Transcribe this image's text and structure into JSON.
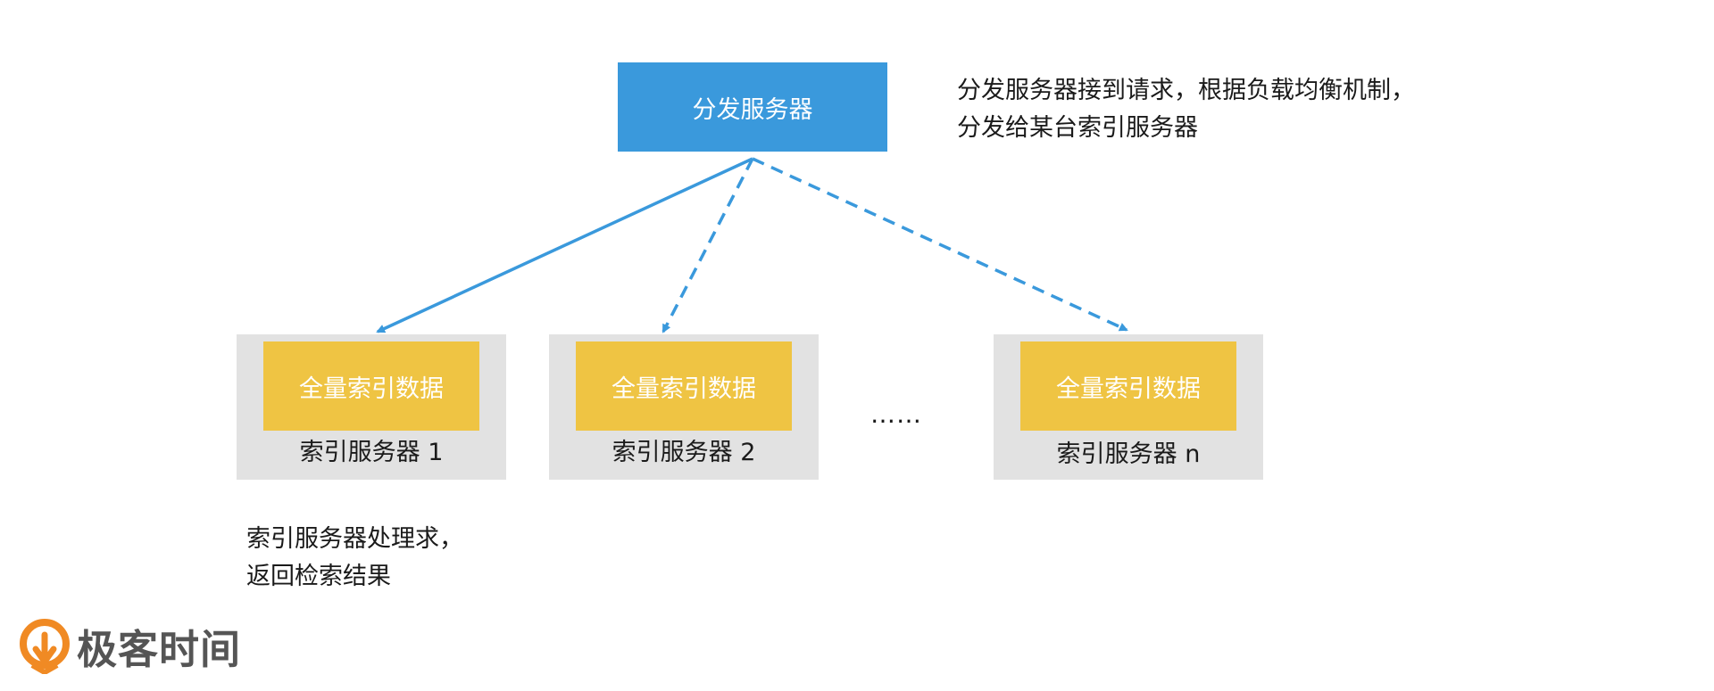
{
  "dispatch_server": {
    "label": "分发服务器"
  },
  "top_note": {
    "lines": [
      "分发服务器接到请求，根据负载均衡机制，",
      "分发给某台索引服务器"
    ]
  },
  "index_servers": [
    {
      "data_label": "全量索引数据",
      "name": "索引服务器 1"
    },
    {
      "data_label": "全量索引数据",
      "name": "索引服务器 2"
    },
    {
      "data_label": "全量索引数据",
      "name": "索引服务器 n"
    }
  ],
  "ellipsis": "……",
  "bottom_note": {
    "lines": [
      "索引服务器处理求，",
      "返回检索结果"
    ]
  },
  "brand": {
    "name": "极客时间"
  },
  "colors": {
    "dispatch_fill": "#3a99dc",
    "index_data_fill": "#efc443",
    "server_fill": "#e2e2e2",
    "arrow": "#3a99dc",
    "brand_orange": "#f08a24"
  }
}
